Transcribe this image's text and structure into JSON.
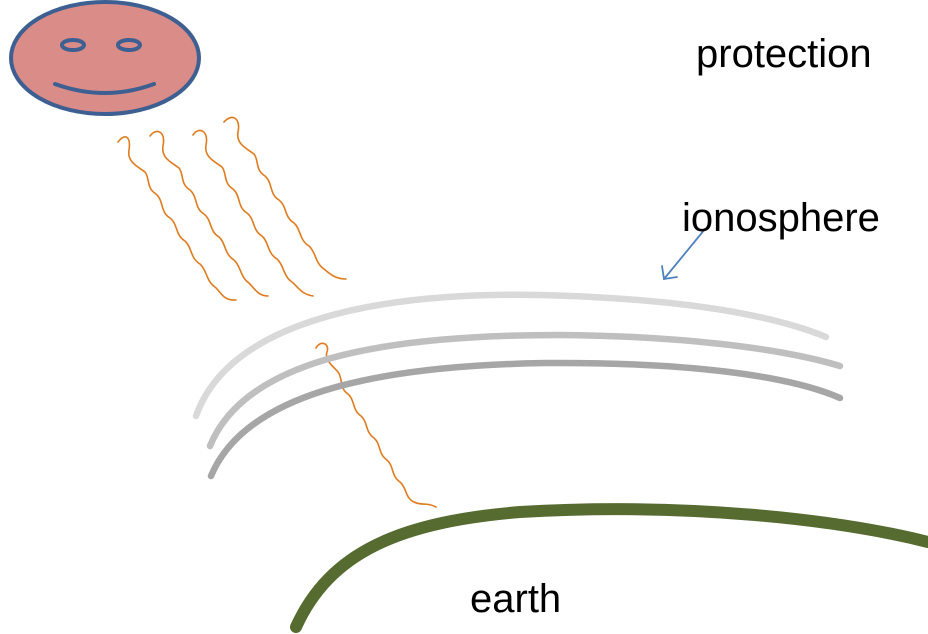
{
  "labels": {
    "protection": "protection",
    "ionosphere": "ionosphere",
    "earth": "earth"
  },
  "colors": {
    "sun_fill": "#d98c88",
    "sun_stroke": "#3d5f91",
    "ray": "#e07b1f",
    "layer_light": "#d9d9d9",
    "layer_mid": "#bfbfbf",
    "layer_dark": "#a6a6a6",
    "earth": "#556b2f",
    "pointer_arrow": "#4f81bd"
  },
  "icons": {
    "sun": "smiley-sun-icon"
  }
}
